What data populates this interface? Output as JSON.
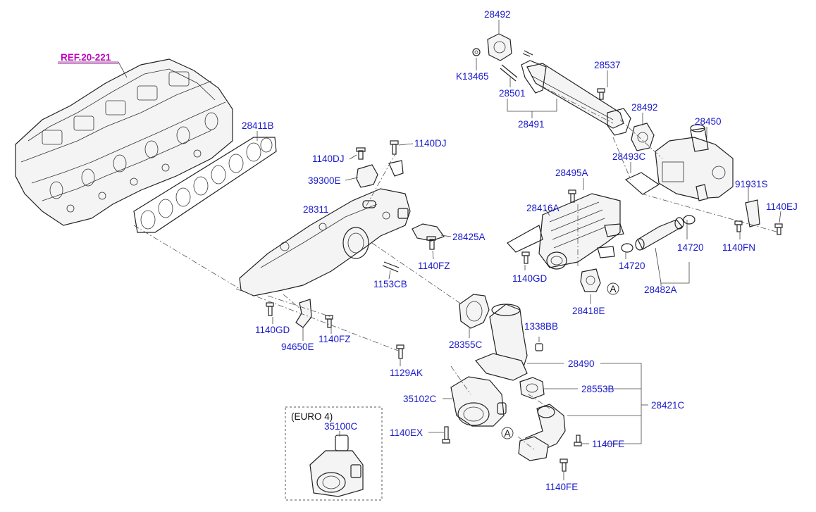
{
  "ref_label": "REF.20-221",
  "euro_box_label": "(EURO 4)",
  "callout_letter": "A",
  "colors": {
    "part_number": "#1a1acc",
    "ref": "#c000c0",
    "line": "#222222"
  },
  "labels": [
    {
      "id": "28492-top",
      "text": "28492"
    },
    {
      "id": "k13465",
      "text": "K13465"
    },
    {
      "id": "28501",
      "text": "28501"
    },
    {
      "id": "28491",
      "text": "28491"
    },
    {
      "id": "28537",
      "text": "28537"
    },
    {
      "id": "28492-mid",
      "text": "28492"
    },
    {
      "id": "28450",
      "text": "28450"
    },
    {
      "id": "28493c",
      "text": "28493C"
    },
    {
      "id": "28411b",
      "text": "28411B"
    },
    {
      "id": "1140dj-a",
      "text": "1140DJ"
    },
    {
      "id": "1140dj-b",
      "text": "1140DJ"
    },
    {
      "id": "39300e",
      "text": "39300E"
    },
    {
      "id": "28495a",
      "text": "28495A"
    },
    {
      "id": "91931s",
      "text": "91931S"
    },
    {
      "id": "28311",
      "text": "28311"
    },
    {
      "id": "28416a",
      "text": "28416A"
    },
    {
      "id": "1140ej",
      "text": "1140EJ"
    },
    {
      "id": "28425a",
      "text": "28425A"
    },
    {
      "id": "14720-a",
      "text": "14720"
    },
    {
      "id": "1140fn",
      "text": "1140FN"
    },
    {
      "id": "1140fz-a",
      "text": "1140FZ"
    },
    {
      "id": "14720-b",
      "text": "14720"
    },
    {
      "id": "1140gd-a",
      "text": "1140GD"
    },
    {
      "id": "1153cb",
      "text": "1153CB"
    },
    {
      "id": "28482a",
      "text": "28482A"
    },
    {
      "id": "28418e",
      "text": "28418E"
    },
    {
      "id": "1140gd-b",
      "text": "1140GD"
    },
    {
      "id": "1338bb",
      "text": "1338BB"
    },
    {
      "id": "94650e",
      "text": "94650E"
    },
    {
      "id": "1140fz-b",
      "text": "1140FZ"
    },
    {
      "id": "28355c",
      "text": "28355C"
    },
    {
      "id": "1129ak",
      "text": "1129AK"
    },
    {
      "id": "28490",
      "text": "28490"
    },
    {
      "id": "28553b",
      "text": "28553B"
    },
    {
      "id": "35102c",
      "text": "35102C"
    },
    {
      "id": "28421c",
      "text": "28421C"
    },
    {
      "id": "35100c",
      "text": "35100C"
    },
    {
      "id": "1140ex",
      "text": "1140EX"
    },
    {
      "id": "1140fe-a",
      "text": "1140FE"
    },
    {
      "id": "1140fe-b",
      "text": "1140FE"
    }
  ]
}
